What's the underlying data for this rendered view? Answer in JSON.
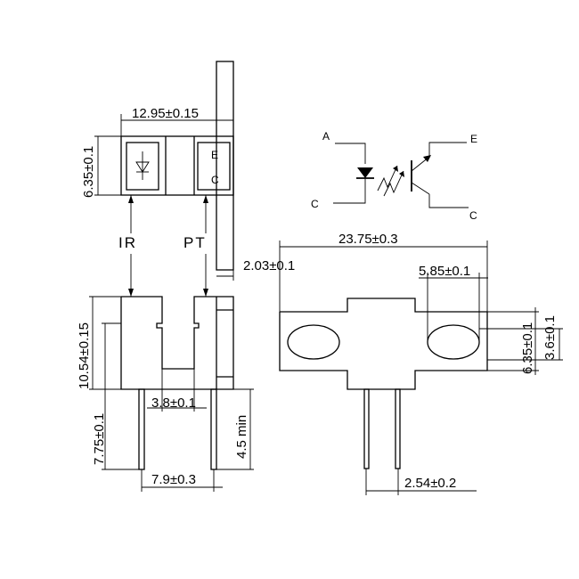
{
  "dimensions": {
    "width_top": "12.95±0.15",
    "height_top": "6.35±0.1",
    "total_width_side": "23.75±0.3",
    "hole_width": "5.85±0.1",
    "hole_height": "6.35±0.1",
    "hole_offset": "3.6±0.1",
    "slot_offset": "2.03±0.1",
    "body_height": "10.54±0.15",
    "lead_length": "7.75±0.1",
    "slot_width": "3.8±0.1",
    "lead_min": "4.5 min",
    "lead_spacing": "7.9±0.3",
    "pin_pitch": "2.54±0.2"
  },
  "labels": {
    "ir": "IR",
    "pt": "PT",
    "emitter_top": "E",
    "collector_top": "C"
  },
  "schematic": {
    "anode": "A",
    "cathode": "C",
    "emitter": "E",
    "collector": "C"
  }
}
